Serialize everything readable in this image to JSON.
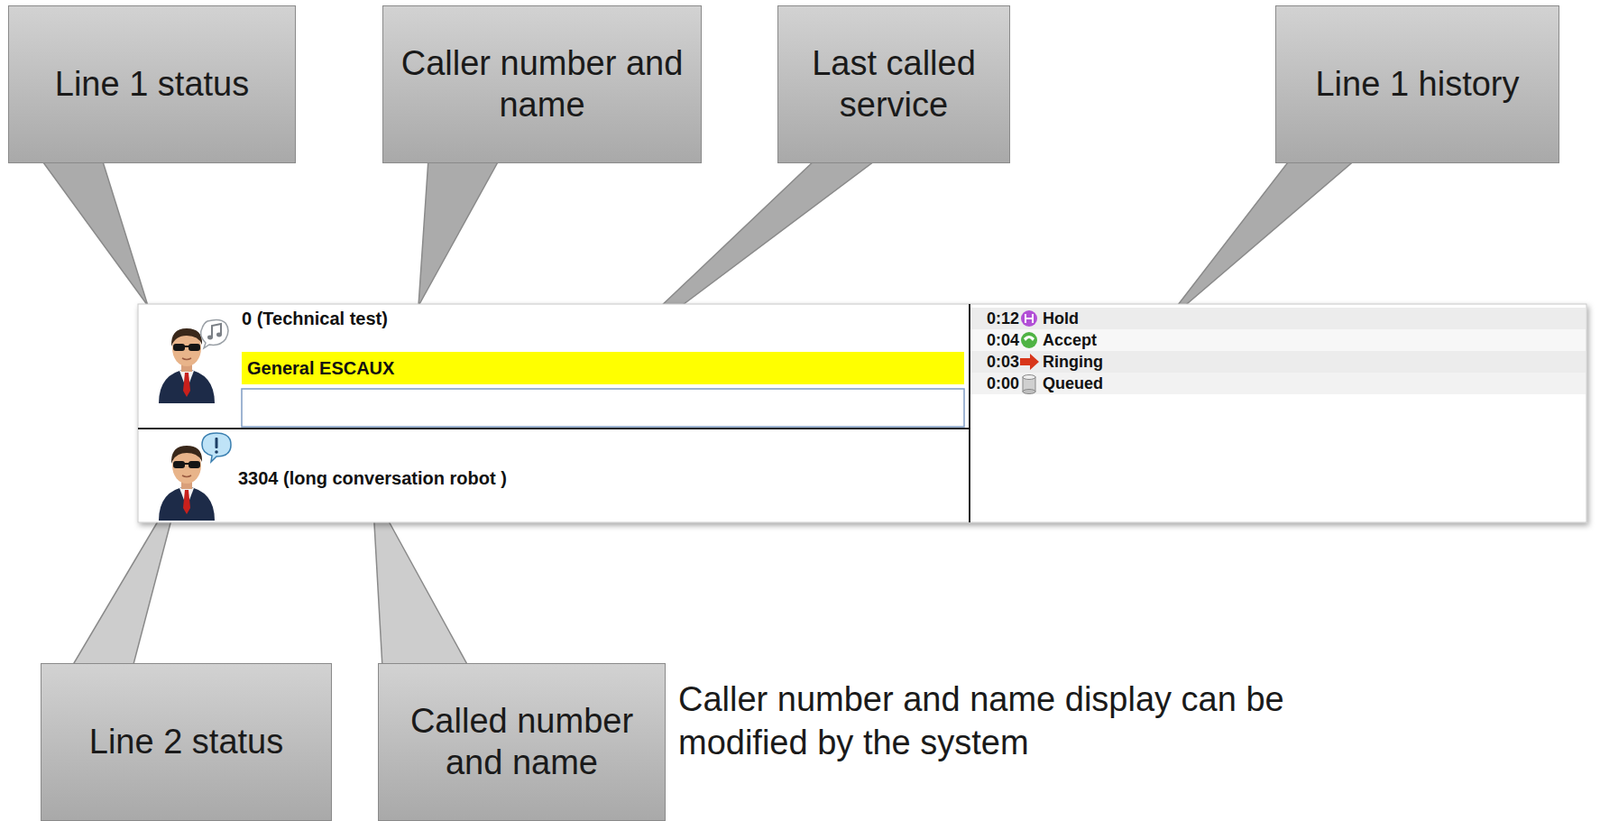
{
  "diagram": {
    "nodes": [
      {
        "text": [
          "Line 1 status"
        ]
      },
      {
        "text": [
          "Caller number and name"
        ]
      },
      {
        "text": [
          "Last called service"
        ]
      },
      {
        "text": [
          "Line 1 history"
        ]
      },
      {
        "text": [
          "Line 2 status"
        ]
      },
      {
        "text": [
          "Called number and name"
        ]
      }
    ],
    "labels": [
      "0 (Technical test)",
      "General ESCAUX",
      "0:12",
      "Hold",
      "0:04",
      "Accept",
      "0:03",
      "Ringing",
      "0:00",
      "Queued",
      "3304 (long conversation robot )",
      "Caller number and name display can be modified by the system"
    ]
  }
}
